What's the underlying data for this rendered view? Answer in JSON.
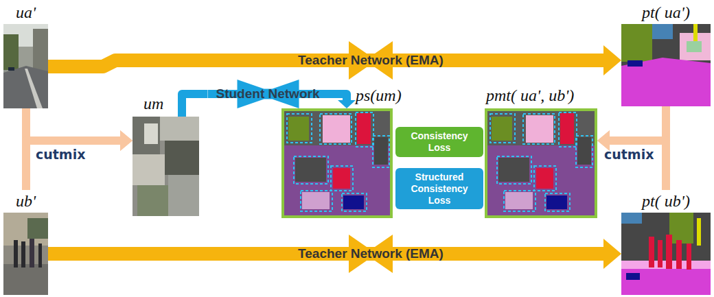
{
  "diagram": {
    "nodes": [
      {
        "text": [
          "ua'"
        ]
      },
      {
        "text": [
          "Teacher Network (EMA)"
        ]
      },
      {
        "text": [
          "pt( ua')"
        ]
      },
      {
        "text": [
          "um"
        ]
      },
      {
        "text": [
          "Student Network"
        ]
      },
      {
        "text": [
          "ps(um)"
        ]
      },
      {
        "text": [
          "Consistency Loss"
        ]
      },
      {
        "text": [
          "Structured Consistency Loss"
        ]
      },
      {
        "text": [
          "pmt( ua', ub')"
        ]
      },
      {
        "text": [
          "ub'"
        ]
      },
      {
        "text": [
          "Teacher Network (EMA)"
        ]
      },
      {
        "text": [
          "pt( ub')"
        ]
      }
    ],
    "edges": [
      {
        "from": 0,
        "to": 1,
        "arrow": "none"
      },
      {
        "from": 1,
        "to": 2,
        "arrow": "to"
      },
      {
        "from": 0,
        "to": 3,
        "label": "cutmix",
        "arrow": "to"
      },
      {
        "from": 9,
        "to": 3,
        "arrow": "to"
      },
      {
        "from": 3,
        "to": 4,
        "arrow": "none"
      },
      {
        "from": 4,
        "to": 5,
        "arrow": "to"
      },
      {
        "from": 2,
        "to": 8,
        "label": "cutmix",
        "arrow": "to"
      },
      {
        "from": 11,
        "to": 8,
        "arrow": "to"
      },
      {
        "from": 9,
        "to": 10,
        "arrow": "none"
      },
      {
        "from": 10,
        "to": 11,
        "arrow": "to"
      }
    ]
  }
}
